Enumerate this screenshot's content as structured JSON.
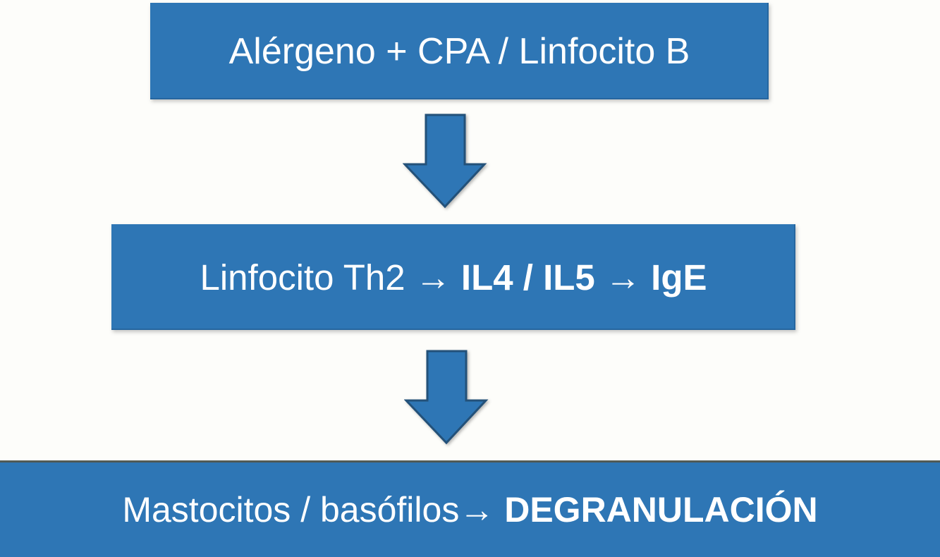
{
  "flowchart": {
    "colors": {
      "box_fill": "#2e76b5",
      "box_text": "#ffffff",
      "arrow_fill": "#2e76b5",
      "arrow_outline": "#235179",
      "bottom_box_top_border": "#515a56",
      "background": "#fdfdfa"
    },
    "boxes": [
      {
        "name": "allergen-cpa-blymphocyte-box",
        "segments": [
          {
            "text": "Alérgeno + CPA / Linfocito B",
            "style": "light"
          }
        ]
      },
      {
        "name": "th2-il4-il5-ige-box",
        "segments": [
          {
            "text": "Linfocito Th2 ",
            "style": "light"
          },
          {
            "text": "→",
            "style": "light"
          },
          {
            "text": " IL4 / IL5 ",
            "style": "bold"
          },
          {
            "text": "→",
            "style": "light"
          },
          {
            "text": " IgE",
            "style": "bold"
          }
        ]
      },
      {
        "name": "mastocytes-basophils-degranulation-box",
        "segments": [
          {
            "text": "Mastocitos / basófilos",
            "style": "light"
          },
          {
            "text": "→",
            "style": "light"
          },
          {
            "text": " DEGRANULACIÓN",
            "style": "bold"
          }
        ]
      }
    ],
    "arrows": [
      {
        "icon": "down-block-arrow"
      },
      {
        "icon": "down-block-arrow"
      }
    ]
  }
}
